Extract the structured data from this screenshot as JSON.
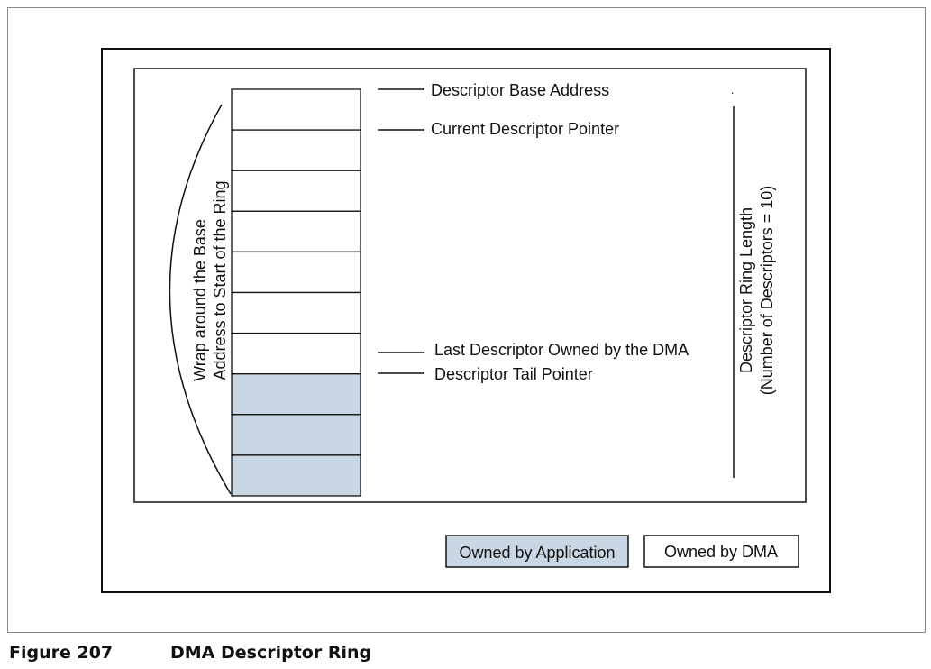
{
  "diagram": {
    "labels": {
      "base_address": "Descriptor Base Address",
      "current_pointer": "Current Descriptor Pointer",
      "last_owned_dma": "Last Descriptor Owned by the DMA",
      "tail_pointer": "Descriptor Tail Pointer",
      "wrap_line1": "Wrap around the Base",
      "wrap_line2": "Address to Start of the Ring",
      "ring_length_line1": "Descriptor Ring Length",
      "ring_length_line2": "(Number of Descriptors = 10)"
    },
    "descriptor_count": 10,
    "application_owned_count": 3,
    "colors": {
      "application": "#c9d6e3",
      "dma": "#ffffff",
      "stroke": "#111111"
    }
  },
  "legend": {
    "application": "Owned by Application",
    "dma": "Owned by DMA"
  },
  "caption": {
    "number": "Figure 207",
    "title": "DMA Descriptor Ring"
  },
  "watermark": "…"
}
